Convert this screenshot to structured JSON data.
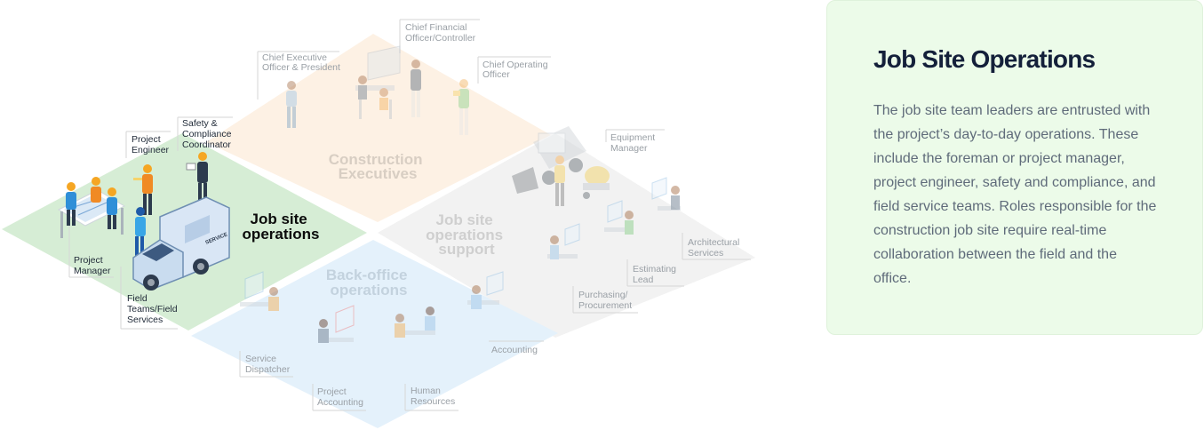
{
  "diagram": {
    "zones": {
      "job_site": [
        "Job site",
        "operations"
      ],
      "construction": [
        "Construction",
        "Executives"
      ],
      "support": [
        "Job site",
        "operations",
        "support"
      ],
      "back_office": [
        "Back-office",
        "operations"
      ]
    },
    "roles": {
      "ceo": [
        "Chief Executive",
        "Officer & President"
      ],
      "cfo": [
        "Chief Financial",
        "Officer/Controller"
      ],
      "coo": [
        "Chief Operating",
        "Officer"
      ],
      "safety": [
        "Safety &",
        "Compliance",
        "Coordinator"
      ],
      "project_engineer": [
        "Project",
        "Engineer"
      ],
      "project_manager": [
        "Project",
        "Manager"
      ],
      "field_teams": [
        "Field",
        "Teams/Field",
        "Services"
      ],
      "equipment_manager": [
        "Equipment",
        "Manager"
      ],
      "architectural": [
        "Architectural",
        "Services"
      ],
      "estimating": [
        "Estimating",
        "Lead"
      ],
      "purchasing": [
        "Purchasing/",
        "Procurement"
      ],
      "accounting": [
        "Accounting"
      ],
      "service_dispatcher": [
        "Service",
        "Dispatcher"
      ],
      "project_accounting": [
        "Project",
        "Accounting"
      ],
      "human_resources": [
        "Human",
        "Resources"
      ]
    },
    "van_text": "SERVICE",
    "colors": {
      "job_site": "#d6edd5",
      "construction": "#fdf1e4",
      "support": "#f2f2f2",
      "back_office": "#e4f1fb",
      "panel": "#ecfbe9"
    }
  },
  "panel": {
    "title": "Job Site Operations",
    "body": "The job site team leaders are entrusted with the project’s day-to-day operations. These include the foreman or project manager, project engineer, safety and compliance, and field service teams. Roles responsible for the construction job site require real-time collaboration between the field and the office."
  }
}
